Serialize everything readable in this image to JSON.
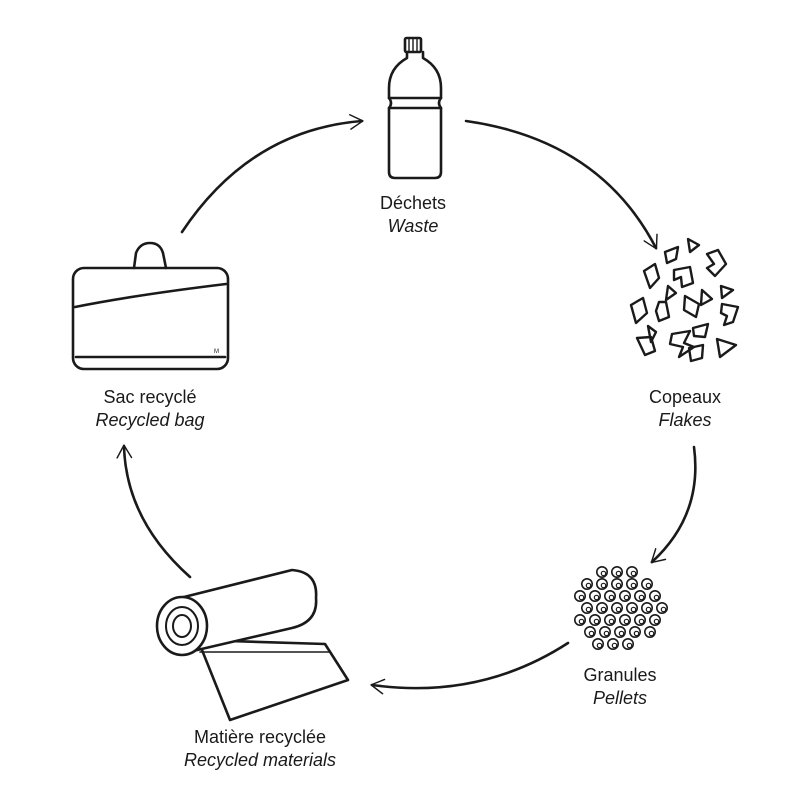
{
  "stages": {
    "waste": {
      "fr": "Déchets",
      "en": "Waste",
      "icon": "plastic-bottle-icon"
    },
    "flakes": {
      "fr": "Copeaux",
      "en": "Flakes",
      "icon": "plastic-flakes-icon"
    },
    "pellets": {
      "fr": "Granules",
      "en": "Pellets",
      "icon": "plastic-pellets-icon"
    },
    "materials": {
      "fr": "Matière recyclée",
      "en": "Recycled materials",
      "icon": "fabric-roll-icon"
    },
    "bag": {
      "fr": "Sac recyclé",
      "en": "Recycled bag",
      "icon": "laptop-bag-icon"
    }
  },
  "bag_logo": "M",
  "colors": {
    "stroke": "#1a1a1a",
    "background": "#ffffff"
  }
}
